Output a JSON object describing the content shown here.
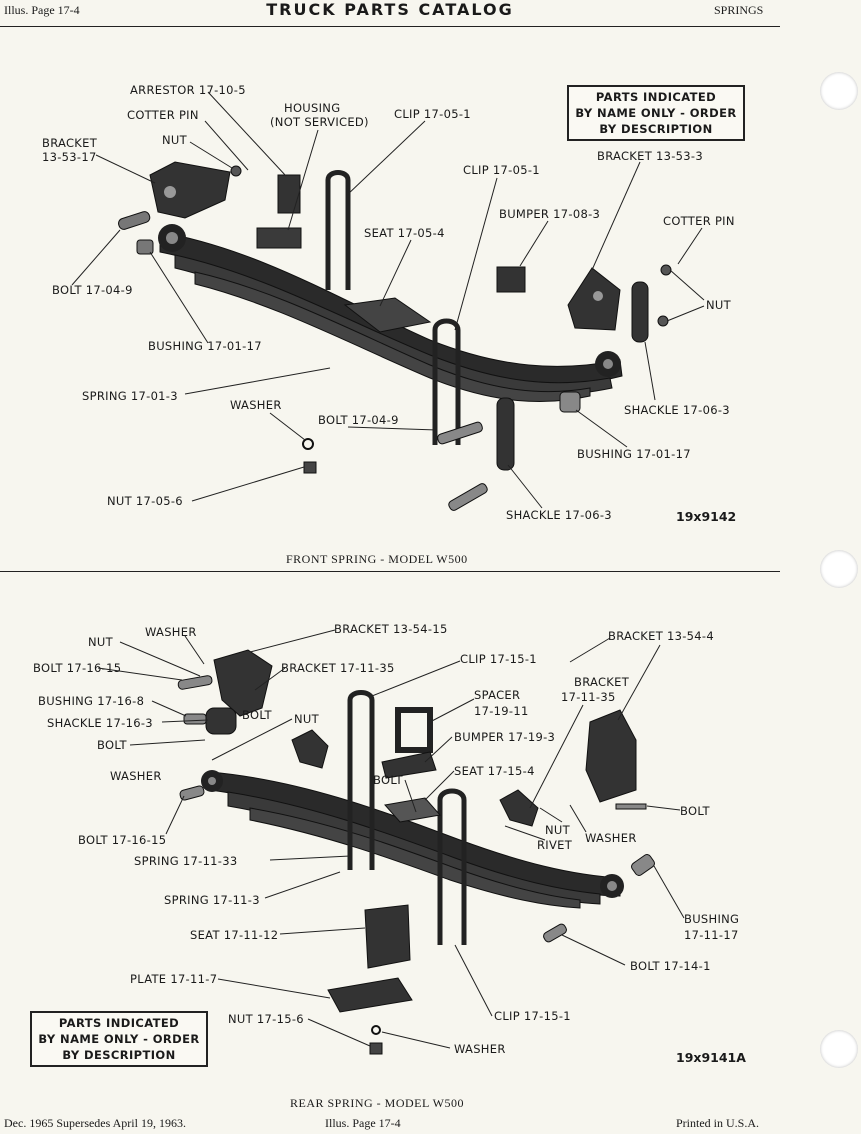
{
  "header": {
    "left": "Illus. Page 17-4",
    "title": "TRUCK PARTS CATALOG",
    "right": "SPRINGS"
  },
  "front": {
    "caption": "FRONT SPRING - MODEL W500",
    "code": "19x9142",
    "note": [
      "PARTS INDICATED",
      "BY NAME ONLY - ORDER",
      "BY DESCRIPTION"
    ],
    "labels": {
      "arrestor": "ARRESTOR 17-10-5",
      "cotter_pin_l": "COTTER PIN",
      "nut_l": "NUT",
      "bracket_l1": "BRACKET",
      "bracket_l2": "13-53-17",
      "housing1": "HOUSING",
      "housing2": "(NOT SERVICED)",
      "clip_top": "CLIP 17-05-1",
      "clip_mid": "CLIP 17-05-1",
      "bracket_r": "BRACKET 13-53-3",
      "bumper": "BUMPER 17-08-3",
      "cotter_pin_r": "COTTER PIN",
      "seat": "SEAT 17-05-4",
      "nut_r": "NUT",
      "bolt_l": "BOLT 17-04-9",
      "bushing_l": "BUSHING 17-01-17",
      "spring": "SPRING 17-01-3",
      "washer": "WASHER",
      "bolt_m": "BOLT 17-04-9",
      "shackle_r": "SHACKLE 17-06-3",
      "bushing_r": "BUSHING 17-01-17",
      "nut_b": "NUT 17-05-6",
      "shackle_b": "SHACKLE 17-06-3"
    }
  },
  "rear": {
    "caption": "REAR SPRING - MODEL W500",
    "code": "19x9141A",
    "note": [
      "PARTS INDICATED",
      "BY NAME ONLY - ORDER",
      "BY DESCRIPTION"
    ],
    "labels": {
      "washer_t": "WASHER",
      "nut_t": "NUT",
      "bracket_a": "BRACKET 13-54-15",
      "bracket_b": "BRACKET 13-54-4",
      "bolt_a": "BOLT 17-16-15",
      "bracket_c": "BRACKET 17-11-35",
      "clip_t": "CLIP 17-15-1",
      "bracket_d1": "BRACKET",
      "bracket_d2": "17-11-35",
      "bushing_a": "BUSHING 17-16-8",
      "bolt_b": "BOLT",
      "shackle": "SHACKLE 17-16-3",
      "nut_m": "NUT",
      "spacer1": "SPACER",
      "spacer2": "17-19-11",
      "bolt_c": "BOLT",
      "bumper": "BUMPER 17-19-3",
      "washer_m": "WASHER",
      "seat_a": "SEAT 17-15-4",
      "bolt_d": "BOLT",
      "bolt_r": "BOLT",
      "nut_r": "NUT",
      "washer_r": "WASHER",
      "rivet": "RIVET",
      "bolt_e": "BOLT 17-16-15",
      "spring_a": "SPRING 17-11-33",
      "spring_b": "SPRING 17-11-3",
      "bushing_r1": "BUSHING",
      "bushing_r2": "17-11-17",
      "seat_b": "SEAT 17-11-12",
      "bolt_f": "BOLT 17-14-1",
      "plate": "PLATE 17-11-7",
      "nut_b": "NUT 17-15-6",
      "clip_b": "CLIP 17-15-1",
      "washer_b": "WASHER"
    }
  },
  "footer": {
    "left": "Dec. 1965 Supersedes April 19, 1963.",
    "center": "Illus. Page 17-4",
    "right": "Printed in U.S.A."
  }
}
